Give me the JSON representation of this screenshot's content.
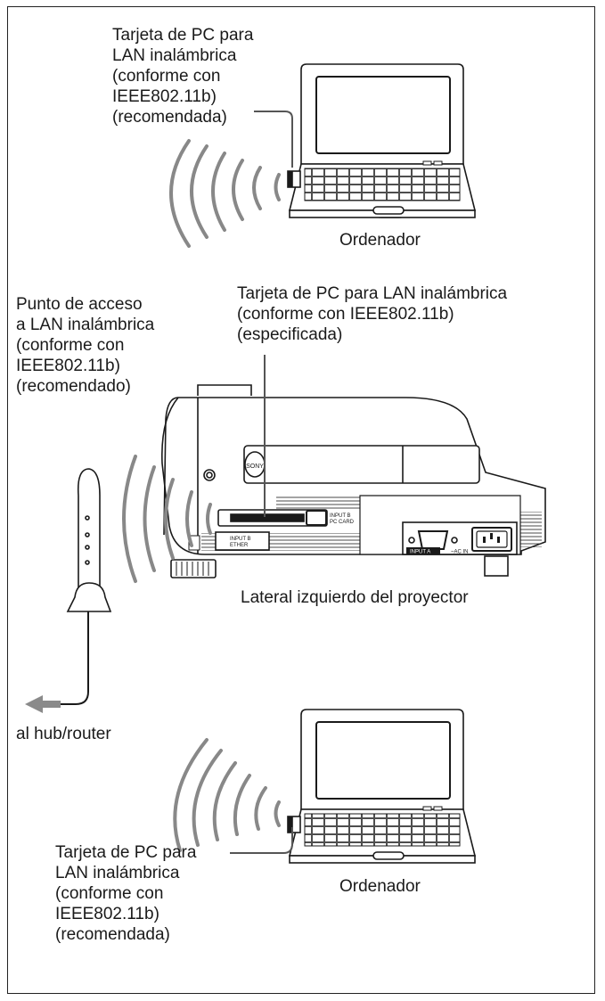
{
  "labels": {
    "card_top": [
      "Tarjeta de PC para",
      "LAN inalámbrica",
      "(conforme con",
      "IEEE802.11b)",
      "(recomendada)"
    ],
    "computer_top": "Ordenador",
    "access_point": [
      "Punto de acceso",
      "a LAN inalámbrica",
      "(conforme con",
      "IEEE802.11b)",
      "(recomendado)"
    ],
    "card_projector": [
      "Tarjeta de PC para LAN inalámbrica",
      "(conforme con IEEE802.11b)",
      "(especificada)"
    ],
    "projector_side": "Lateral izquierdo del proyector",
    "hub": "al hub/router",
    "card_bottom": [
      "Tarjeta de PC para",
      "LAN inalámbrica",
      "(conforme con",
      "IEEE802.11b)",
      "(recomendada)"
    ],
    "computer_bottom": "Ordenador"
  },
  "panel_text": {
    "pc_card_slot": [
      "INPUT B",
      "PC CARD"
    ],
    "ethernet_port": [
      "INPUT B",
      "ETHER"
    ],
    "input_a": "INPUT A",
    "ac_in": "~AC IN"
  },
  "icons": [
    "laptop-icon",
    "wireless-waves-icon",
    "access-point-icon",
    "projector-icon",
    "arrow-left-icon"
  ]
}
